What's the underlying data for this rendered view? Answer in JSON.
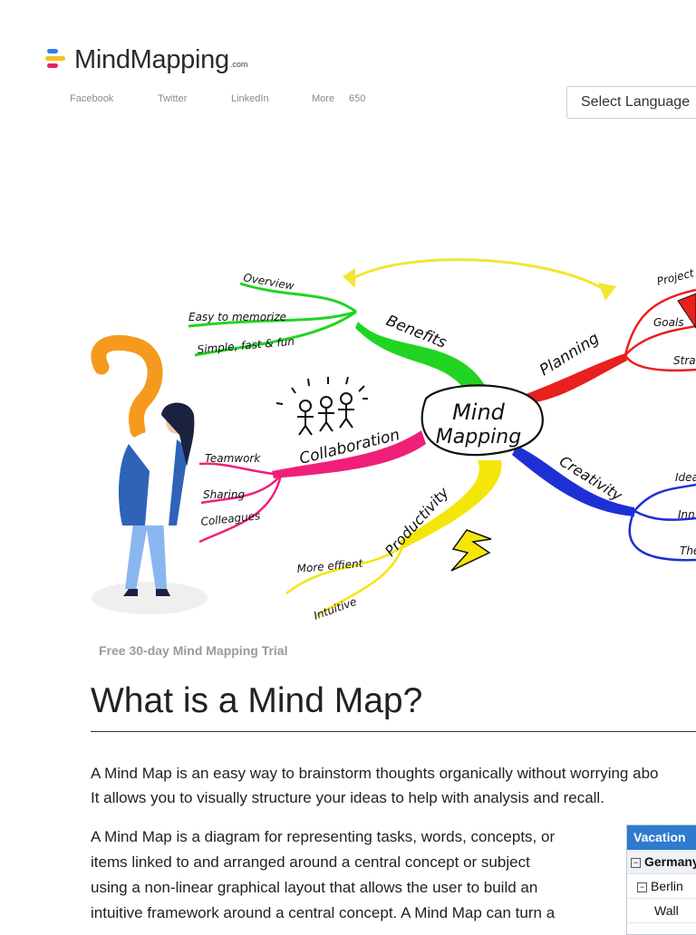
{
  "brand": {
    "name": "MindMapping",
    "suffix": ".com"
  },
  "social": {
    "facebook": "Facebook",
    "twitter": "Twitter",
    "linkedin": "LinkedIn",
    "more": "More",
    "count": "650"
  },
  "language_select": {
    "label": "Select Language"
  },
  "mindmap": {
    "center_line1": "Mind",
    "center_line2": "Mapping",
    "benefits": "Benefits",
    "benefits_items": [
      "Overview",
      "Easy to memorize",
      "Simple, fast & fun"
    ],
    "collaboration": "Collaboration",
    "collaboration_items": [
      "Teamwork",
      "Sharing",
      "Colleagues"
    ],
    "productivity": "Productivity",
    "productivity_items": [
      "More effient",
      "Intuitive"
    ],
    "planning": "Planning",
    "planning_items": [
      "Project",
      "Goals",
      "Stra"
    ],
    "creativity": "Creativity",
    "creativity_items": [
      "Idea",
      "Inn",
      "The"
    ]
  },
  "caption": "Free 30-day Mind Mapping Trial",
  "heading": "What is a Mind Map?",
  "intro": {
    "line1": "A Mind Map is an easy way to brainstorm thoughts organically without worrying abo",
    "line2": "It allows you to visually structure your ideas to help with analysis and recall."
  },
  "body": {
    "line1": "A Mind Map is a diagram for representing tasks, words, concepts, or",
    "line2": "items linked to and arranged around a central concept or subject",
    "line3": "using a non-linear graphical layout that allows the user to build an",
    "line4": "intuitive framework around a central concept. A Mind Map can turn a"
  },
  "tree_widget": {
    "header": "Vacation",
    "group": "Germany",
    "city": "Berlin",
    "item": "Wall"
  },
  "colors": {
    "benefits": "#22d422",
    "collaboration": "#f01f7a",
    "productivity": "#f5e60a",
    "planning": "#e8201e",
    "creativity": "#1f2fd6",
    "arrow": "#f2e633",
    "question": "#f59a1f",
    "tree_header": "#2e7bcf"
  }
}
